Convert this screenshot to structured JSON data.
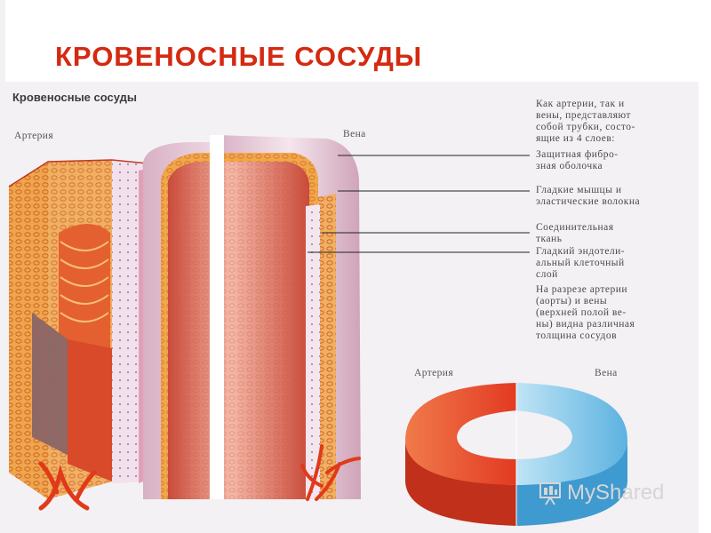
{
  "slide": {
    "title": "КРОВЕНОСНЫЕ СОСУДЫ"
  },
  "figure": {
    "title": "Кровеносные сосуды",
    "label_artery": "Артерия",
    "label_vein": "Вена",
    "intro": [
      "Как артерии, так и",
      "вены, представляют",
      "собой трубки, состо-",
      "ящие из 4 слоев:"
    ],
    "layers": [
      {
        "lines": [
          "Защитная фибро-",
          "зная оболочка"
        ]
      },
      {
        "lines": [
          "Гладкие мышцы и",
          "эластические волокна"
        ]
      },
      {
        "lines": [
          "Соединительная",
          "ткань"
        ]
      },
      {
        "lines": [
          "Гладкий эндотели-",
          "альный клеточный",
          "слой"
        ]
      }
    ],
    "note": [
      "На разрезе артерии",
      "(аорты) и вены",
      "(верхней полой ве-",
      "ны) видна различная",
      "толщина сосудов"
    ],
    "ring_label_artery": "Артерия",
    "ring_label_vein": "Вена"
  },
  "watermark": {
    "text": "MyShared",
    "icon": "projector-screen-icon"
  },
  "colors": {
    "title": "#d42a12",
    "artery": "#e8452a",
    "vein": "#7fc6ea",
    "muscle": "#e9a040",
    "lumen": "#e0705a"
  }
}
